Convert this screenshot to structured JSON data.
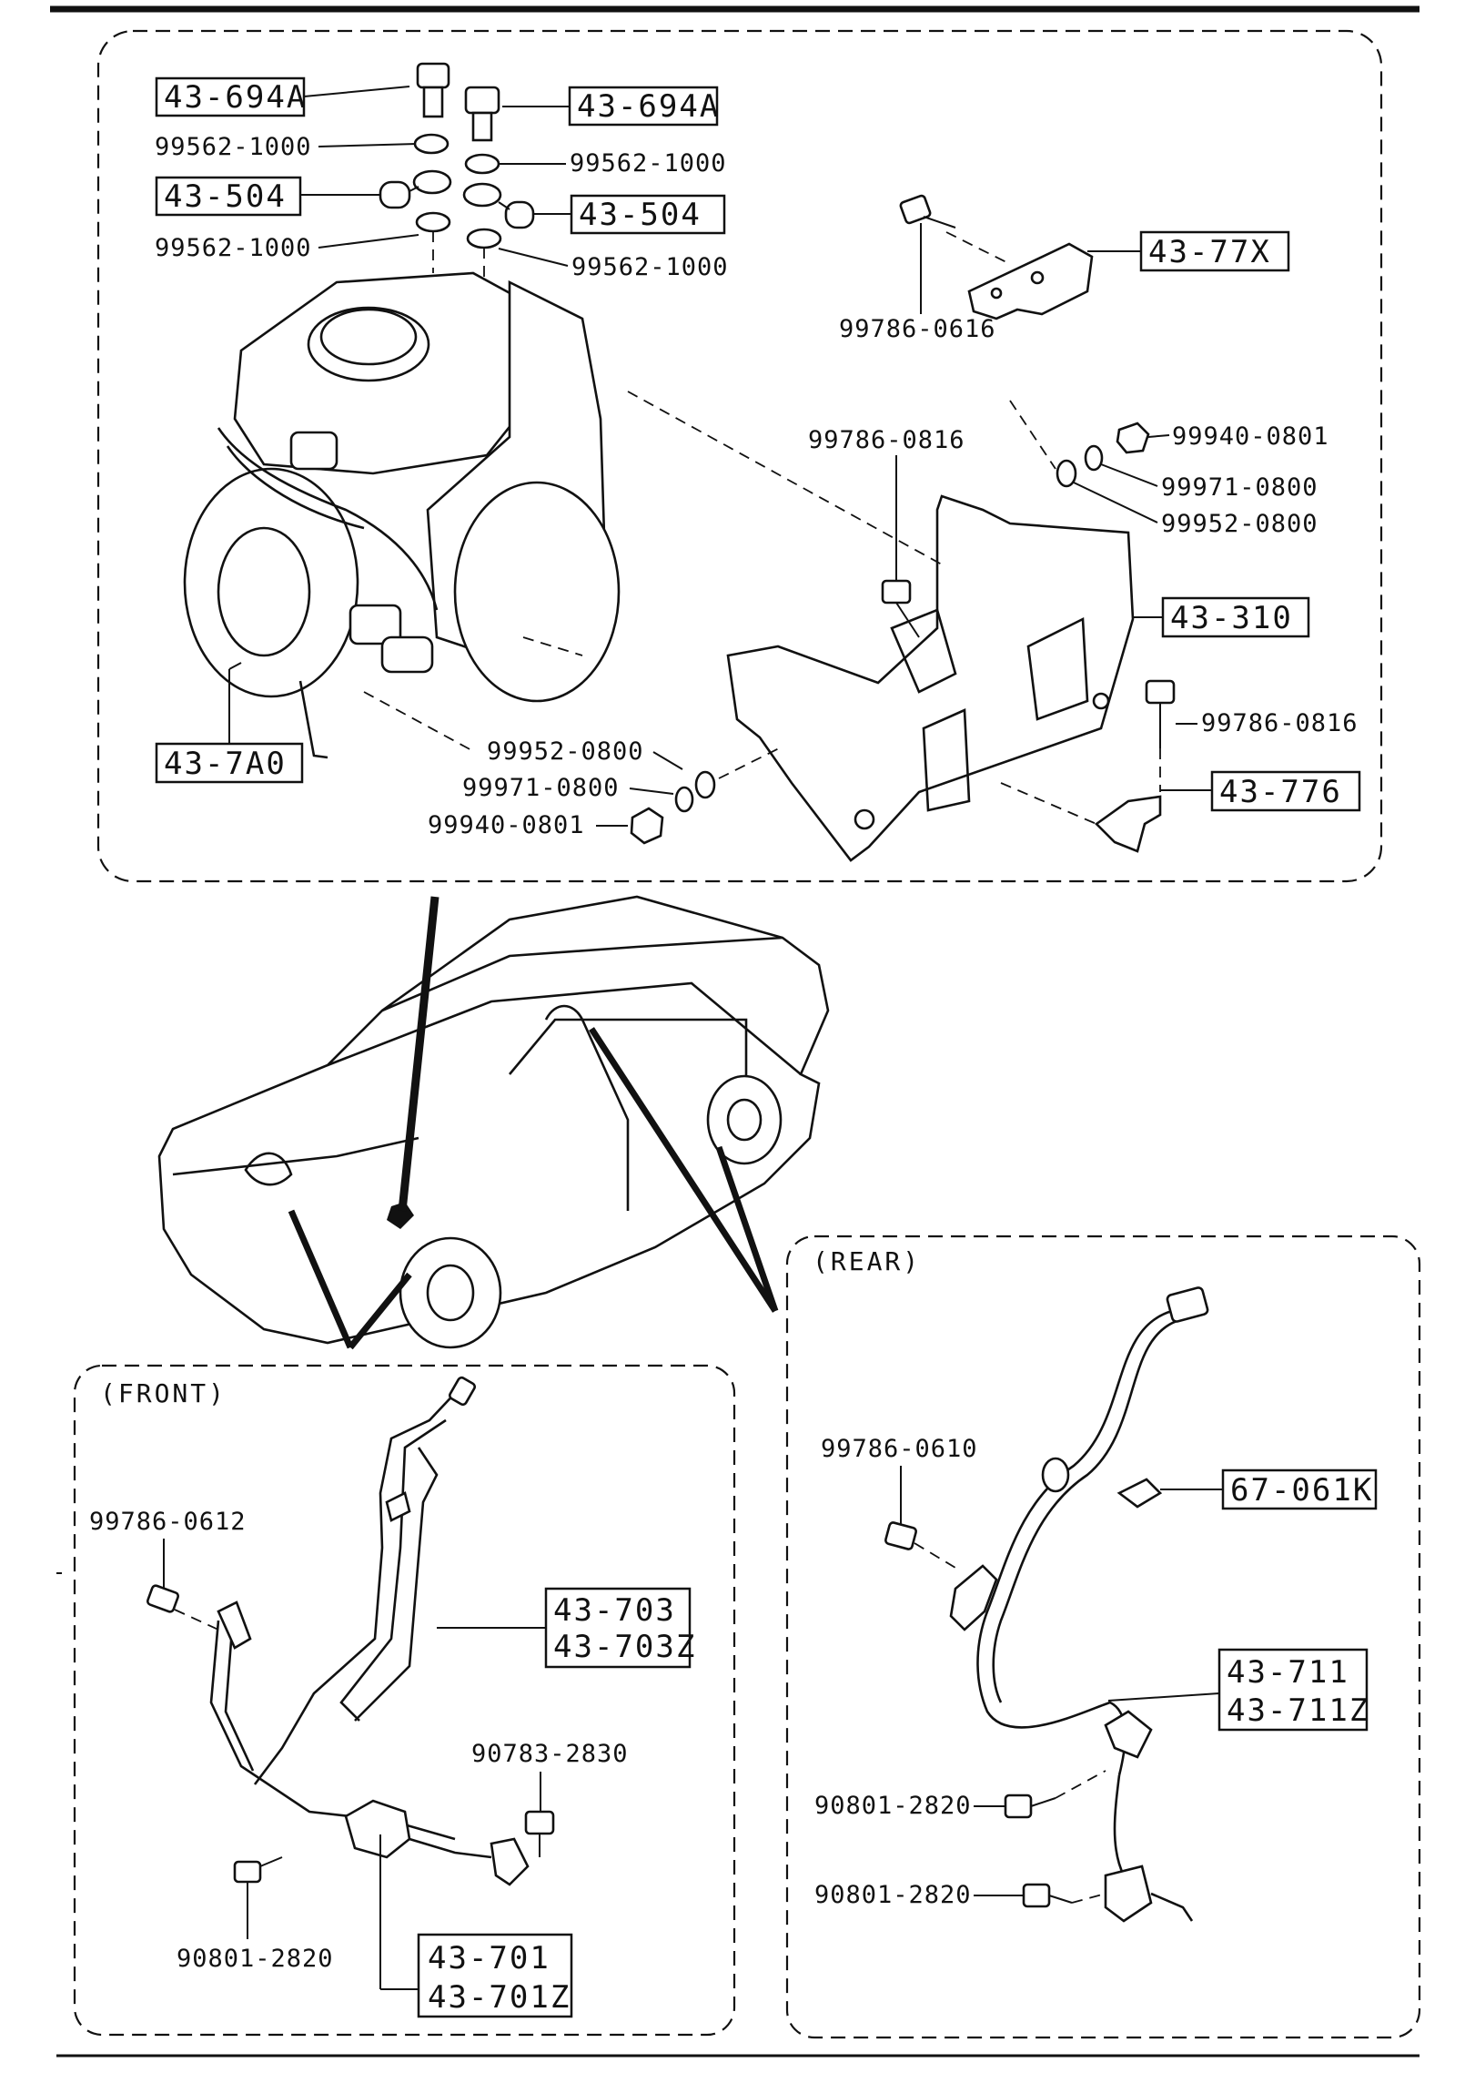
{
  "sections": {
    "front": "(FRONT)",
    "rear": "(REAR)"
  },
  "top": {
    "boxes": {
      "b694a_left": "43-694A",
      "b694a_right": "43-694A",
      "b504_left": "43-504",
      "b504_right": "43-504",
      "b77x": "43-77X",
      "b310": "43-310",
      "b776": "43-776",
      "b7a0": "43-7A0"
    },
    "labels": {
      "w1000_a": "99562-1000",
      "w1000_b": "99562-1000",
      "w1000_c": "99562-1000",
      "w1000_d": "99562-1000",
      "b0616": "99786-0616",
      "b0816_a": "99786-0816",
      "n0801_a": "99940-0801",
      "w71_a": "99971-0800",
      "w52_a": "99952-0800",
      "b0816_b": "99786-0816",
      "w52_b": "99952-0800",
      "w71_b": "99971-0800",
      "n0801_b": "99940-0801"
    }
  },
  "front": {
    "labels": {
      "b0612": "99786-0612",
      "b2830": "90783-2830",
      "b2820": "90801-2820"
    },
    "boxes": {
      "b703": [
        "43-703",
        "43-703Z"
      ],
      "b701": [
        "43-701",
        "43-701Z"
      ]
    }
  },
  "rear": {
    "labels": {
      "b0610": "99786-0610",
      "b2820_a": "90801-2820",
      "b2820_b": "90801-2820"
    },
    "boxes": {
      "b061k": "67-061K",
      "b711": [
        "43-711",
        "43-711Z"
      ]
    }
  }
}
